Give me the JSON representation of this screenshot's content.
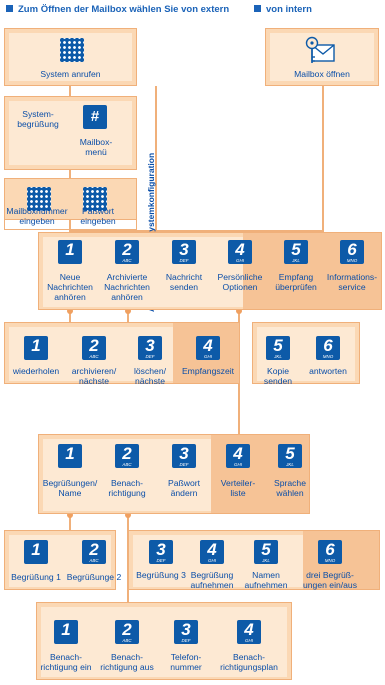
{
  "headers": {
    "extern": "Zum Öffnen der Mailbox wählen Sie von extern",
    "intern": "von intern"
  },
  "side_note": "Abhängig von der Systemkonfiguration",
  "top": {
    "system_anrufen": "System anrufen",
    "mailbox_oeffnen": "Mailbox öffnen"
  },
  "step2": {
    "systembegruessung": "System-\nbegrüßung",
    "mailboxmenue": "Mailbox-\nmenü",
    "hash": "#"
  },
  "step3": {
    "mailboxnummer": "Mailboxnummer\neingeben",
    "passwort": "Paßwort\neingeben"
  },
  "menu_main": [
    {
      "digit": "1",
      "sub": "",
      "label": "Neue\nNachrichten\nanhören"
    },
    {
      "digit": "2",
      "sub": "ABC",
      "label": "Archivierte\nNachrichten\nanhören"
    },
    {
      "digit": "3",
      "sub": "DEF",
      "label": "Nachricht\nsenden"
    },
    {
      "digit": "4",
      "sub": "GHI",
      "label": "Persönliche\nOptionen"
    },
    {
      "digit": "5",
      "sub": "JKL",
      "label": "Empfang\nüberprüfen"
    },
    {
      "digit": "6",
      "sub": "MNO",
      "label": "Informations-\nservice"
    }
  ],
  "menu_play": [
    {
      "digit": "1",
      "sub": "",
      "label": "wiederholen"
    },
    {
      "digit": "2",
      "sub": "ABC",
      "label": "archivieren/\nnächste"
    },
    {
      "digit": "3",
      "sub": "DEF",
      "label": "löschen/\nnächste"
    },
    {
      "digit": "4",
      "sub": "GHI",
      "label": "Empfangszeit"
    }
  ],
  "menu_play_extra": [
    {
      "digit": "5",
      "sub": "JKL",
      "label": "Kopie\nsenden"
    },
    {
      "digit": "6",
      "sub": "MNO",
      "label": "antworten"
    }
  ],
  "menu_options": [
    {
      "digit": "1",
      "sub": "",
      "label": "Begrüßungen/\nName"
    },
    {
      "digit": "2",
      "sub": "ABC",
      "label": "Benach-\nrichtigung"
    },
    {
      "digit": "3",
      "sub": "DEF",
      "label": "Paßwort\nändern"
    },
    {
      "digit": "4",
      "sub": "GHI",
      "label": "Verteiler-\nliste"
    },
    {
      "digit": "5",
      "sub": "JKL",
      "label": "Sprache\nwählen"
    }
  ],
  "menu_greet_a": [
    {
      "digit": "1",
      "sub": "",
      "label": "Begrüßung 1"
    },
    {
      "digit": "2",
      "sub": "ABC",
      "label": "Begrüßunge 2"
    }
  ],
  "menu_greet_b": [
    {
      "digit": "3",
      "sub": "DEF",
      "label": "Begrüßung 3"
    },
    {
      "digit": "4",
      "sub": "GHI",
      "label": "Begrüßung\naufnehmen"
    },
    {
      "digit": "5",
      "sub": "JKL",
      "label": "Namen\naufnehmen"
    },
    {
      "digit": "6",
      "sub": "MNO",
      "label": "drei Begrüß-\nungen ein/aus"
    }
  ],
  "menu_notify": [
    {
      "digit": "1",
      "sub": "",
      "label": "Benach-\nrichtigung ein"
    },
    {
      "digit": "2",
      "sub": "ABC",
      "label": "Benach-\nrichtigung aus"
    },
    {
      "digit": "3",
      "sub": "DEF",
      "label": "Telefon-\nnummer"
    },
    {
      "digit": "4",
      "sub": "GHI",
      "label": "Benach-\nrichtigungsplan"
    }
  ]
}
